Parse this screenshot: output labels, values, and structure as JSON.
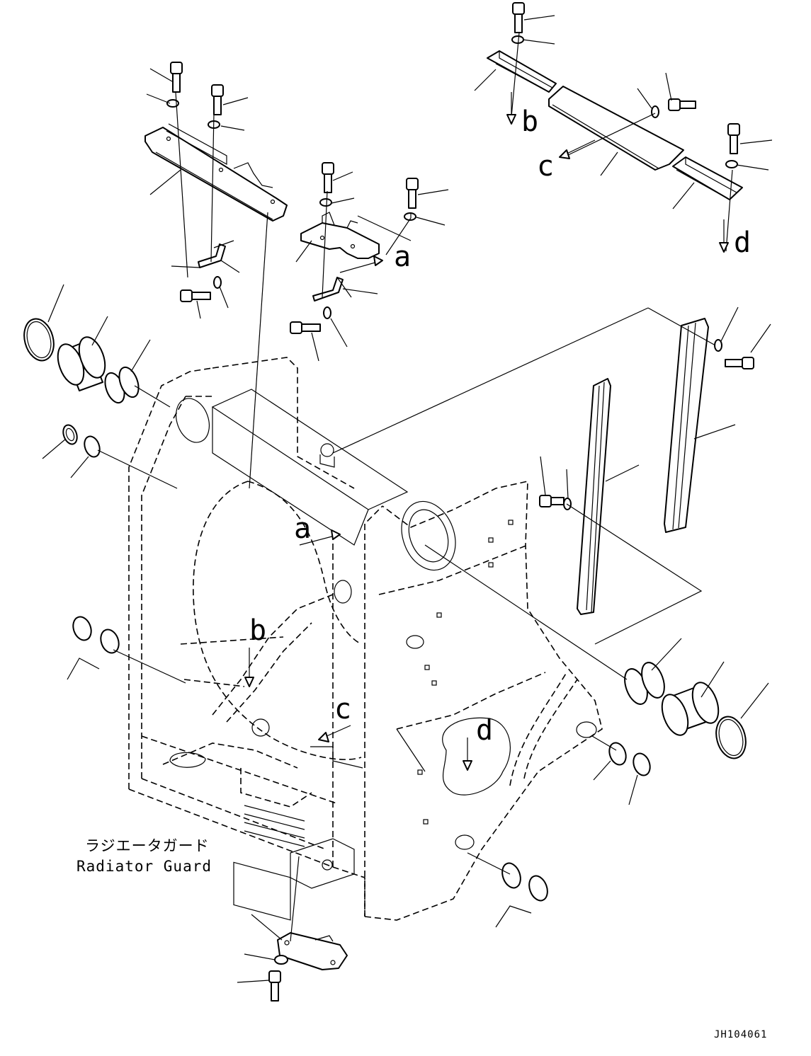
{
  "diagram": {
    "ref_letters": [
      "a",
      "b",
      "c",
      "d"
    ],
    "caption_jp": "ラジエータガード",
    "caption_en": "Radiator Guard",
    "drawing_code": "JH104061"
  }
}
